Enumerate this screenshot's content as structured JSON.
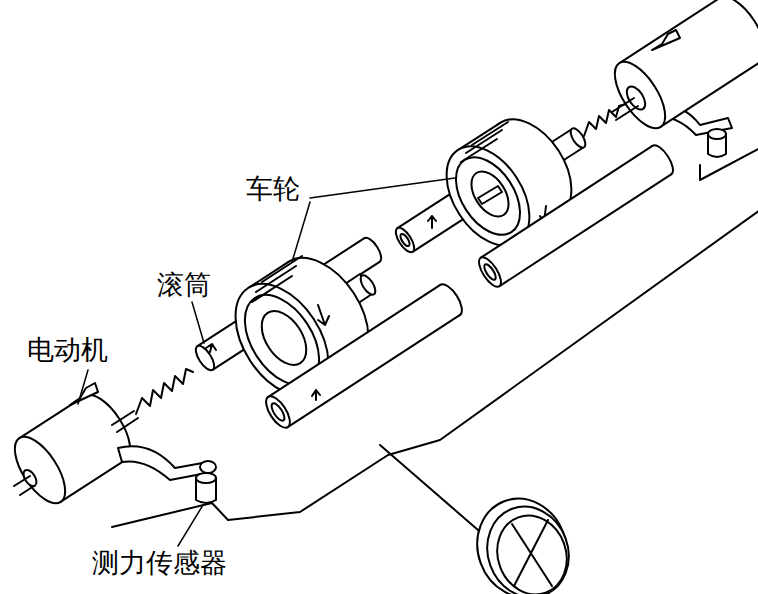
{
  "diagram": {
    "labels": [
      "车轮",
      "滚筒",
      "电动机",
      "测力传感器"
    ]
  }
}
